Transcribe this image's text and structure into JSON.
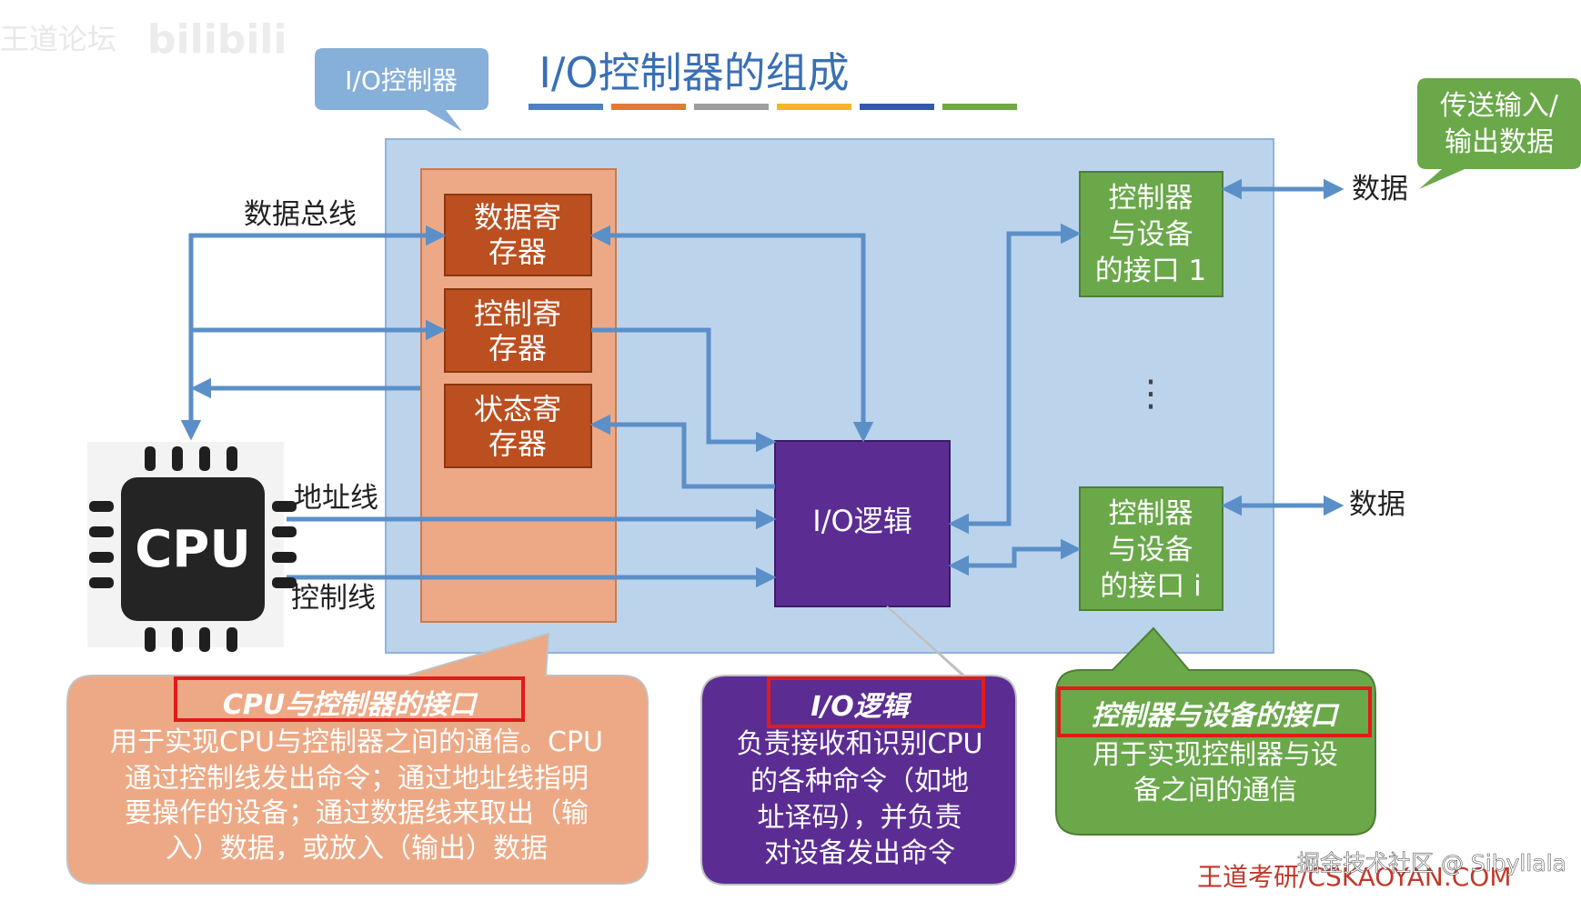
{
  "title": "I/O控制器的组成",
  "title_underline_colors": [
    "#4f81bd",
    "#e07a3c",
    "#9e9e9e",
    "#f2b530",
    "#3558a8",
    "#70a845"
  ],
  "watermark_top_left": "王道论坛",
  "watermark_bili": "bilibili",
  "callout_controller": "I/O控制器",
  "callout_data_io": [
    "传送输入/",
    "输出数据"
  ],
  "registers": {
    "data": [
      "数据寄",
      "存器"
    ],
    "control": [
      "控制寄",
      "存器"
    ],
    "status": [
      "状态寄",
      "存器"
    ]
  },
  "io_logic": "I/O逻辑",
  "device_interface_1": [
    "控制器",
    "与设备",
    "的接口 1"
  ],
  "device_interface_i": [
    "控制器",
    "与设备",
    "的接口 i"
  ],
  "ellipsis": "⋮",
  "labels": {
    "data_bus": "数据总线",
    "address_line": "地址线",
    "control_line": "控制线",
    "data_top": "数据",
    "data_bottom": "数据"
  },
  "cpu_label": "CPU",
  "notes": {
    "cpu_interface": {
      "title": "CPU与控制器的接口",
      "lines": [
        "用于实现CPU与控制器之间的通信。CPU",
        "通过控制线发出命令；通过地址线指明",
        "要操作的设备；通过数据线来取出（输",
        "入）数据，或放入（输出）数据"
      ]
    },
    "io_logic": {
      "title": "I/O逻辑",
      "lines": [
        "负责接收和识别CPU",
        "的各种命令（如地",
        "址译码），并负责",
        "对设备发出命令"
      ]
    },
    "device_interface": {
      "title": "控制器与设备的接口",
      "lines": [
        "用于实现控制器与设",
        "备之间的通信"
      ]
    }
  },
  "footer_site": "王道考研/CSKAOYAN.COM",
  "footer_credit": "掘金技术社区 @ Sibyllala",
  "colors": {
    "controller_bg": "#bcd3ec",
    "register_panel": "#eda985",
    "register_box": "#bb4f20",
    "io_logic_box": "#5b2d93",
    "device_box": "#6aa84a",
    "arrow": "#5b8fc8",
    "highlight": "#e31a1a"
  }
}
